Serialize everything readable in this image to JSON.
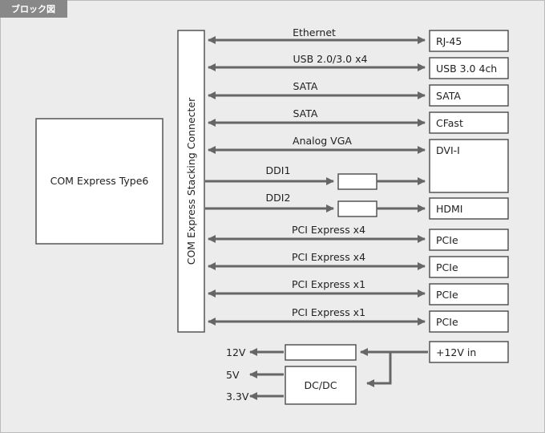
{
  "tab_label": "ブロック図",
  "com_module": "COM Express Type6",
  "connector": "COM Express Stacking Connecter",
  "bidirectional": [
    {
      "signal": "Ethernet",
      "port": "RJ-45"
    },
    {
      "signal": "USB 2.0/3.0 x4",
      "port": "USB 3.0 4ch"
    },
    {
      "signal": "SATA",
      "port": "SATA"
    },
    {
      "signal": "SATA",
      "port": "CFast"
    },
    {
      "signal": "Analog VGA",
      "port": "DVI-I"
    }
  ],
  "ddi": [
    {
      "signal": "DDI1"
    },
    {
      "signal": "DDI2",
      "port": "HDMI"
    }
  ],
  "pcie": [
    {
      "signal": "PCI Express x4",
      "port": "PCIe"
    },
    {
      "signal": "PCI Express x4",
      "port": "PCIe"
    },
    {
      "signal": "PCI Express x1",
      "port": "PCIe"
    },
    {
      "signal": "PCI Express x1",
      "port": "PCIe"
    }
  ],
  "power": {
    "input": "+12V in",
    "converter": "DC/DC",
    "outputs": [
      "12V",
      "5V",
      "3.3V"
    ]
  },
  "colors": {
    "tab": "#888888",
    "line": "#666666",
    "background": "#ececec"
  }
}
